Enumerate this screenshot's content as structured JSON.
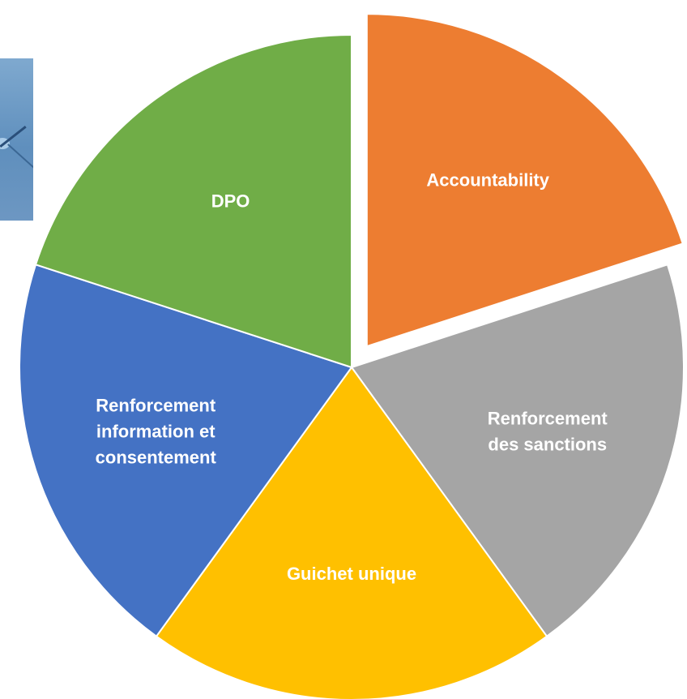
{
  "chart_data": {
    "type": "pie",
    "title": "",
    "categories": [
      "Accountability",
      "Renforcement des sanctions",
      "Guichet unique",
      "Renforcement information et consentement",
      "DPO"
    ],
    "values": [
      20,
      20,
      20,
      20,
      20
    ],
    "colors": [
      "#ED7D31",
      "#A5A5A5",
      "#FFC000",
      "#4472C4",
      "#70AD47"
    ],
    "exploded": "Accountability",
    "start": "top, clockwise",
    "legend": "none",
    "labels": [
      [
        "Accountability"
      ],
      [
        "Renforcement",
        "des sanctions"
      ],
      [
        "Guichet unique"
      ],
      [
        "Renforcement",
        "information et",
        "consentement"
      ],
      [
        "DPO"
      ]
    ]
  },
  "side_image": {
    "icon": "cropped-illustration"
  }
}
